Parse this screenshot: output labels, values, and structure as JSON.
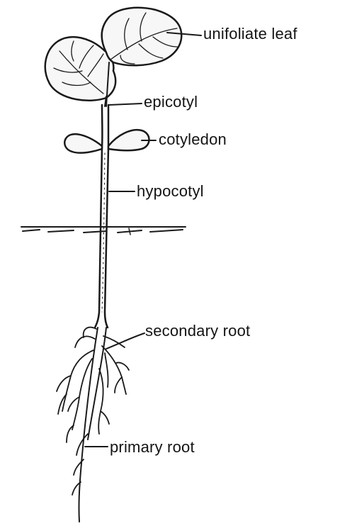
{
  "labels": {
    "unifoliate_leaf": "unifoliate leaf",
    "epicotyl": "epicotyl",
    "cotyledon": "cotyledon",
    "hypocotyl": "hypocotyl",
    "secondary_root": "secondary root",
    "primary_root": "primary root"
  },
  "colors": {
    "ink": "#1a1a1a",
    "background": "#ffffff",
    "leaf_fill": "#f7f7f7"
  }
}
